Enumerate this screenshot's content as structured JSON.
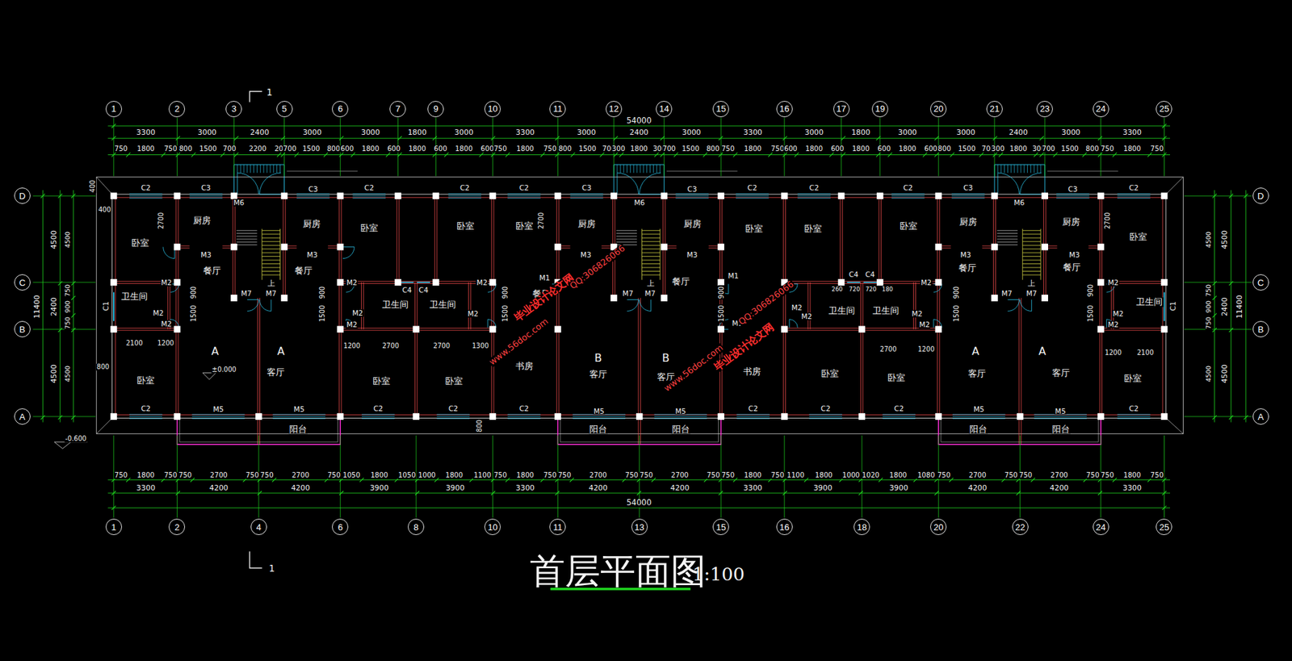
{
  "diagram": {
    "title": "首层平面图",
    "nodes": [
      {
        "text": [
          "1"
        ]
      },
      {
        "text": [
          "2"
        ]
      },
      {
        "text": [
          "3"
        ]
      },
      {
        "text": [
          "5"
        ]
      },
      {
        "text": [
          "6"
        ]
      },
      {
        "text": [
          "7"
        ]
      },
      {
        "text": [
          "9"
        ]
      },
      {
        "text": [
          "10"
        ]
      },
      {
        "text": [
          "11"
        ]
      },
      {
        "text": [
          "12"
        ]
      },
      {
        "text": [
          "14"
        ]
      },
      {
        "text": [
          "15"
        ]
      },
      {
        "text": [
          "16"
        ]
      },
      {
        "text": [
          "17"
        ]
      },
      {
        "text": [
          "19"
        ]
      },
      {
        "text": [
          "20"
        ]
      },
      {
        "text": [
          "21"
        ]
      },
      {
        "text": [
          "23"
        ]
      },
      {
        "text": [
          "24"
        ]
      },
      {
        "text": [
          "25"
        ]
      },
      {
        "text": [
          "1"
        ]
      },
      {
        "text": [
          "2"
        ]
      },
      {
        "text": [
          "4"
        ]
      },
      {
        "text": [
          "6"
        ]
      },
      {
        "text": [
          "8"
        ]
      },
      {
        "text": [
          "10"
        ]
      },
      {
        "text": [
          "11"
        ]
      },
      {
        "text": [
          "13"
        ]
      },
      {
        "text": [
          "15"
        ]
      },
      {
        "text": [
          "16"
        ]
      },
      {
        "text": [
          "18"
        ]
      },
      {
        "text": [
          "20"
        ]
      },
      {
        "text": [
          "22"
        ]
      },
      {
        "text": [
          "24"
        ]
      },
      {
        "text": [
          "25"
        ]
      },
      {
        "text": [
          "D"
        ]
      },
      {
        "text": [
          "C"
        ]
      },
      {
        "text": [
          "B"
        ]
      },
      {
        "text": [
          "A"
        ]
      },
      {
        "text": [
          "D"
        ]
      },
      {
        "text": [
          "C"
        ]
      },
      {
        "text": [
          "B"
        ]
      },
      {
        "text": [
          "A"
        ]
      }
    ],
    "labels": [
      "54000",
      "3300",
      "3000",
      "2400",
      "3000",
      "3000",
      "1800",
      "3000",
      "3300",
      "3000",
      "2400",
      "3000",
      "3300",
      "3000",
      "1800",
      "3000",
      "3000",
      "2400",
      "3000",
      "3300",
      "750",
      "1800",
      "750",
      "800",
      "1500",
      "700",
      "2200",
      "200",
      "700",
      "1500",
      "800",
      "600",
      "1800",
      "600",
      "1800",
      "600",
      "1800",
      "600",
      "750",
      "1800",
      "750",
      "800",
      "1500",
      "700",
      "300",
      "1800",
      "300",
      "700",
      "1500",
      "800",
      "750",
      "1800",
      "750",
      "600",
      "1800",
      "600",
      "1800",
      "600",
      "1800",
      "600",
      "800",
      "1500",
      "700",
      "300",
      "1800",
      "300",
      "700",
      "1500",
      "800",
      "750",
      "1800",
      "750",
      "750",
      "1800",
      "750",
      "750",
      "2700",
      "750",
      "750",
      "2700",
      "750",
      "1050",
      "1800",
      "1050",
      "1000",
      "1800",
      "1100",
      "750",
      "1800",
      "750",
      "750",
      "2700",
      "750",
      "750",
      "2700",
      "750",
      "750",
      "1800",
      "750",
      "1100",
      "1800",
      "1000",
      "1020",
      "1800",
      "1080",
      "750",
      "2700",
      "750",
      "750",
      "2700",
      "750",
      "750",
      "1800",
      "750",
      "3300",
      "4200",
      "4200",
      "3900",
      "3900",
      "3300",
      "4200",
      "4200",
      "3300",
      "3900",
      "3900",
      "4200",
      "4200",
      "3300",
      "54000",
      "11400",
      "4500",
      "2400",
      "4500",
      "4500",
      "750",
      "900",
      "750",
      "4500",
      "4500",
      "750",
      "900",
      "750",
      "4500",
      "4500",
      "2400",
      "4500",
      "11400",
      "卧室",
      "厨房",
      "厨房",
      "卧室",
      "卧室",
      "卧室",
      "厨房",
      "厨房",
      "卧室",
      "卧室",
      "卧室",
      "厨房",
      "厨房",
      "卧室",
      "餐厅",
      "餐厅",
      "餐厅",
      "餐厅",
      "餐厅",
      "餐厅",
      "卫生间",
      "卫生间",
      "卫生间",
      "卫生间",
      "卫生间",
      "卫生间",
      "A",
      "A",
      "B",
      "B",
      "A",
      "A",
      "卧室",
      "客厅",
      "卧室",
      "卧室",
      "书房",
      "客厅",
      "客厅",
      "书房",
      "卧室",
      "卧室",
      "客厅",
      "客厅",
      "卧室",
      "阳台",
      "阳台",
      "阳台",
      "阳台",
      "阳台",
      "C2",
      "C3",
      "M6",
      "C3",
      "C2",
      "C2",
      "C2",
      "C3",
      "M6",
      "C3",
      "C2",
      "C2",
      "C2",
      "C3",
      "M6",
      "C3",
      "C2",
      "M3",
      "M3",
      "M3",
      "M3",
      "M3",
      "M3",
      "M7",
      "M7",
      "M7",
      "M7",
      "M7",
      "M7",
      "上",
      "上",
      "上",
      "M2",
      "M2",
      "M2",
      "M2",
      "M2",
      "M2",
      "M2",
      "M2",
      "M2",
      "M2",
      "M2",
      "M2",
      "M2",
      "M2",
      "M2",
      "M2",
      "M1",
      "M1",
      "M1",
      "C4",
      "C4",
      "C4",
      "C4",
      "C1",
      "C1",
      "M5",
      "M5",
      "M5",
      "M5",
      "M5",
      "M5",
      "C2",
      "C2",
      "C2",
      "C2",
      "C2",
      "C2",
      "C2",
      "C2",
      "2700",
      "2700",
      "2700",
      "900",
      "1500",
      "900",
      "1500",
      "900",
      "1500",
      "900",
      "1500",
      "900",
      "1500",
      "900",
      "1500",
      "2100",
      "1200",
      "1200",
      "2700",
      "2700",
      "1300",
      "2700",
      "1200",
      "1200",
      "2100",
      "800",
      "400",
      "400",
      "800",
      "260",
      "720",
      "720",
      "180",
      "±0.000",
      "-0.600",
      "1",
      "1",
      "1:100",
      "毕业设计论文网",
      "QQ:306826066",
      "www.56doc.com",
      "毕业设计论文网",
      "QQ:306826066",
      "www.56doc.com"
    ]
  }
}
